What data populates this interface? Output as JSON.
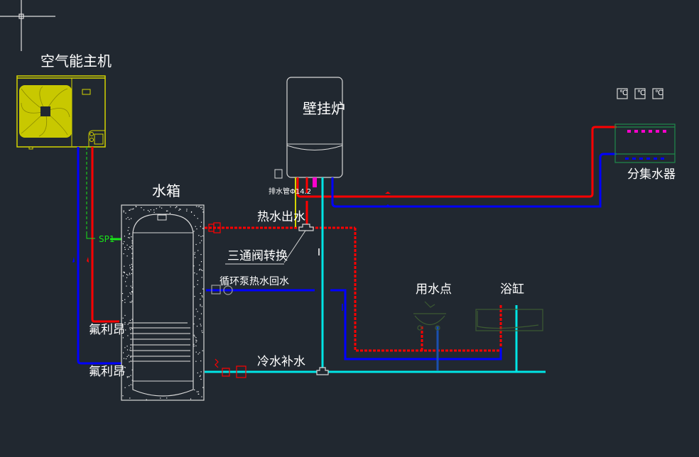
{
  "labels": {
    "heat_pump": "空气能主机",
    "boiler": "壁挂炉",
    "tank": "水箱",
    "manifold": "分集水器",
    "hot_water_out": "热水出水",
    "three_way_valve": "三通阀转换",
    "circ_pump_return": "循环泵热水回水",
    "cold_water_makeup": "冷水补水",
    "water_point": "用水点",
    "bathtub": "浴缸",
    "freon_top": "氟利昂",
    "freon_bottom": "氟利昂",
    "drain_pipe": "排水管Φ14.2",
    "sensor": "SP1"
  },
  "thermostats": [
    "℃",
    "℃",
    "℃"
  ],
  "colors": {
    "background": "#212830",
    "hot_pipe": "#ff0000",
    "return_pipe": "#0000ff",
    "cold_pipe": "#00e5e5",
    "heat_pump": "#d4d400",
    "sensor": "#19e619",
    "outline": "#d8d8d8",
    "manifold": "#1f8a4a",
    "magenta": "#ff00cc",
    "fixture": "#3c5a32"
  }
}
